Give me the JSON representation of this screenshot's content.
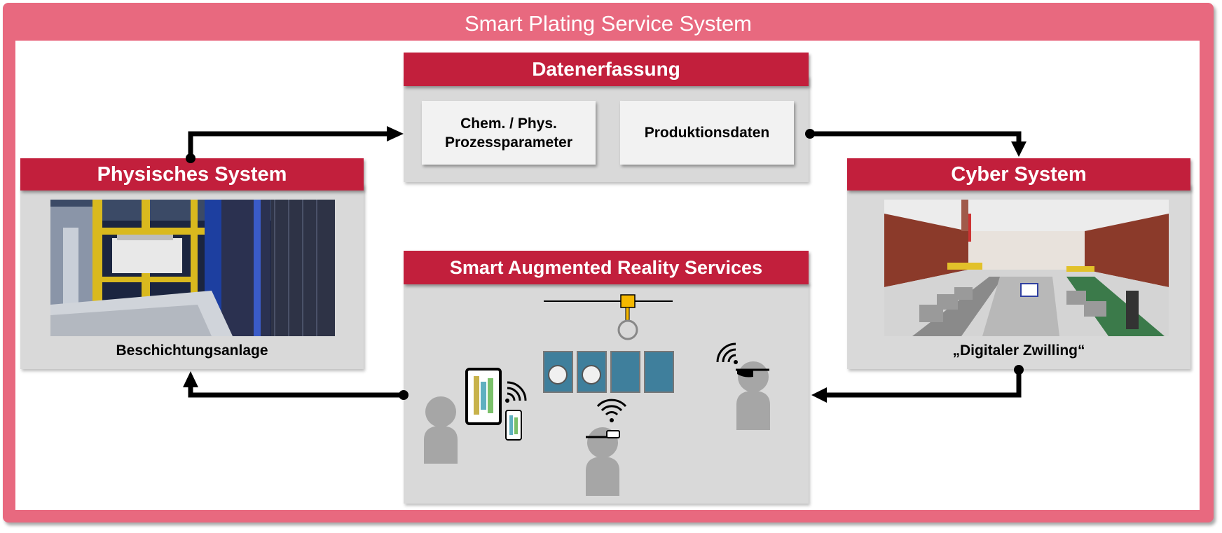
{
  "title": "Smart Plating Service System",
  "datenerfassung": {
    "title": "Datenerfassung",
    "card_left_line1": "Chem. / Phys.",
    "card_left_line2": "Prozessparameter",
    "card_right": "Produktionsdaten"
  },
  "physisches_system": {
    "title": "Physisches System",
    "caption": "Beschichtungsanlage"
  },
  "cyber_system": {
    "title": "Cyber System",
    "caption": "„Digitaler Zwilling“"
  },
  "ar_services": {
    "title": "Smart Augmented Reality Services"
  },
  "colors": {
    "frame": "#e8697f",
    "header": "#c21f3c",
    "panel": "#d9d9d9",
    "card": "#f2f2f2",
    "person": "#a6a6a6",
    "tank": "#3f7f9c"
  }
}
